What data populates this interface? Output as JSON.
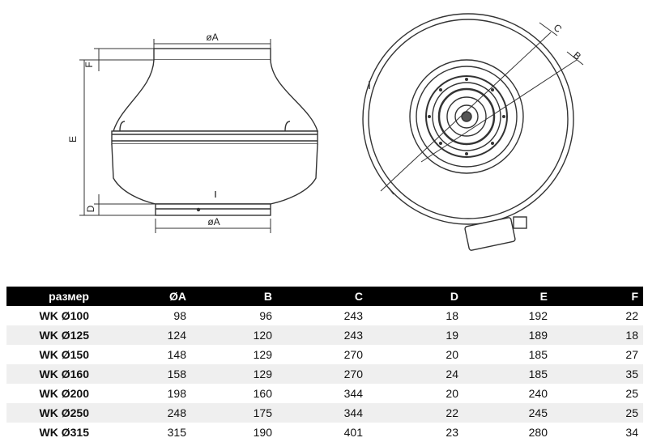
{
  "drawing": {
    "side_view": {
      "label_A_top": "øA",
      "label_A_bottom": "øA",
      "label_E": "E",
      "label_F": "F",
      "label_D": "D"
    },
    "front_view": {
      "label_B": "B",
      "label_C": "C"
    }
  },
  "table": {
    "headers": [
      "размер",
      "ØA",
      "B",
      "C",
      "D",
      "E",
      "F"
    ],
    "rows": [
      [
        "WK Ø100",
        "98",
        "96",
        "243",
        "18",
        "192",
        "22"
      ],
      [
        "WK Ø125",
        "124",
        "120",
        "243",
        "19",
        "189",
        "18"
      ],
      [
        "WK Ø150",
        "148",
        "129",
        "270",
        "20",
        "185",
        "27"
      ],
      [
        "WK Ø160",
        "158",
        "129",
        "270",
        "24",
        "185",
        "35"
      ],
      [
        "WK Ø200",
        "198",
        "160",
        "344",
        "20",
        "240",
        "25"
      ],
      [
        "WK Ø250",
        "248",
        "175",
        "344",
        "22",
        "245",
        "25"
      ],
      [
        "WK Ø315",
        "315",
        "190",
        "401",
        "23",
        "280",
        "34"
      ]
    ]
  }
}
